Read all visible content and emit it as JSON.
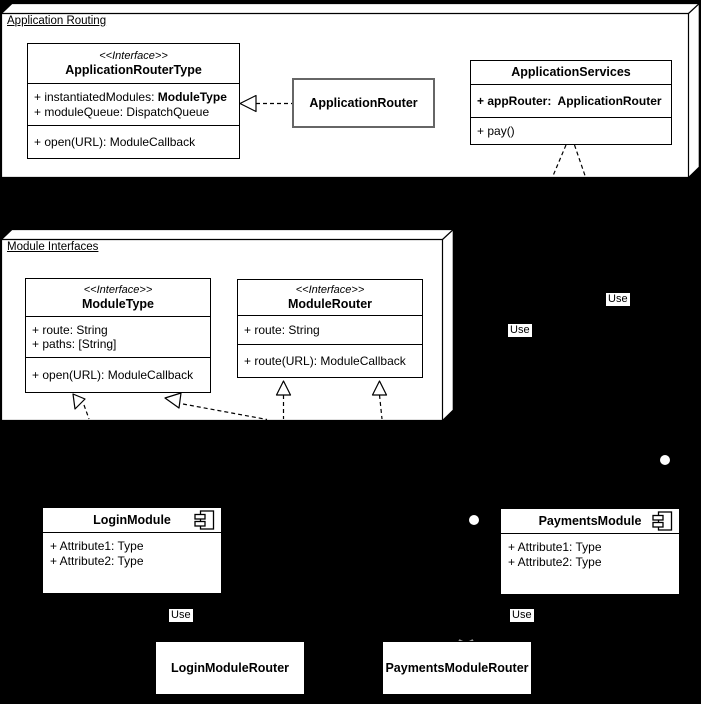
{
  "colors": {
    "background": "#000000",
    "shape_fill": "#ffffff",
    "stroke": "#000000",
    "router_border": "#666666"
  },
  "packages": {
    "application_routing": {
      "label": "Application Routing"
    },
    "module_interfaces": {
      "label": "Module Interfaces"
    }
  },
  "nodes": {
    "application_router_type": {
      "stereotype": "<<Interface>>",
      "name": "ApplicationRouterType",
      "attr1_prefix": "+ instantiatedModules: ",
      "attr1_type": "ModuleType",
      "attr2": "+ moduleQueue: DispatchQueue",
      "method1": "+ open(URL): ModuleCallback"
    },
    "application_router": {
      "name": "ApplicationRouter"
    },
    "application_services": {
      "name": "ApplicationServices",
      "attr1": "+ appRouter:  ApplicationRouter",
      "method1": "+ pay()"
    },
    "module_type": {
      "stereotype": "<<Interface>>",
      "name": "ModuleType",
      "attr1": "+ route: String",
      "attr2": "+ paths: [String]",
      "method1": "+ open(URL): ModuleCallback"
    },
    "module_router": {
      "stereotype": "<<Interface>>",
      "name": "ModuleRouter",
      "attr1": "+ route: String",
      "method1": "+ route(URL): ModuleCallback"
    },
    "login_module": {
      "name": "LoginModule",
      "attr1": "+ Attribute1: Type",
      "attr2": "+ Attribute2: Type"
    },
    "payments_module": {
      "name": "PaymentsModule",
      "attr1": "+ Attribute1: Type",
      "attr2": "+ Attribute2: Type"
    },
    "login_module_router": {
      "name": "LoginModuleRouter"
    },
    "payments_module_router": {
      "name": "PaymentsModuleRouter"
    }
  },
  "edge_labels": {
    "use_services_right": "Use",
    "use_services_left": "Use",
    "use_login": "Use",
    "use_payments": "Use"
  }
}
